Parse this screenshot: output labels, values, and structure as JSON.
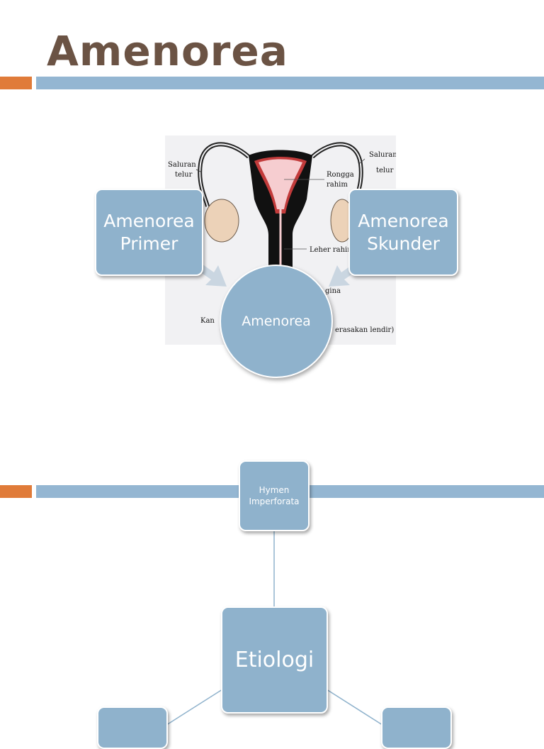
{
  "slide1": {
    "title": "Amenorea",
    "illustration": {
      "labels": {
        "saluran_telur_left": [
          "Saluran",
          "telur"
        ],
        "saluran_telur_right": [
          "Saluran",
          "telur"
        ],
        "rongga_rahim": [
          "Rongga",
          "rahim"
        ],
        "leher_rahim": "Leher rahim",
        "vagina": "gina",
        "kanal": "Kan",
        "lendir": "erasakan lendir)"
      }
    },
    "nodes": {
      "primer": "Amenorea\nPrimer",
      "skunder": "Amenorea\nSkunder",
      "center": "Amenorea"
    }
  },
  "slide2": {
    "nodes": {
      "hymen": "Hymen\nImperforata",
      "etiologi": "Etiologi"
    }
  },
  "colors": {
    "title": "#6b5344",
    "accent_orange": "#e07b39",
    "accent_blue": "#94b6d2",
    "node_fill": "#8fb2cc"
  }
}
